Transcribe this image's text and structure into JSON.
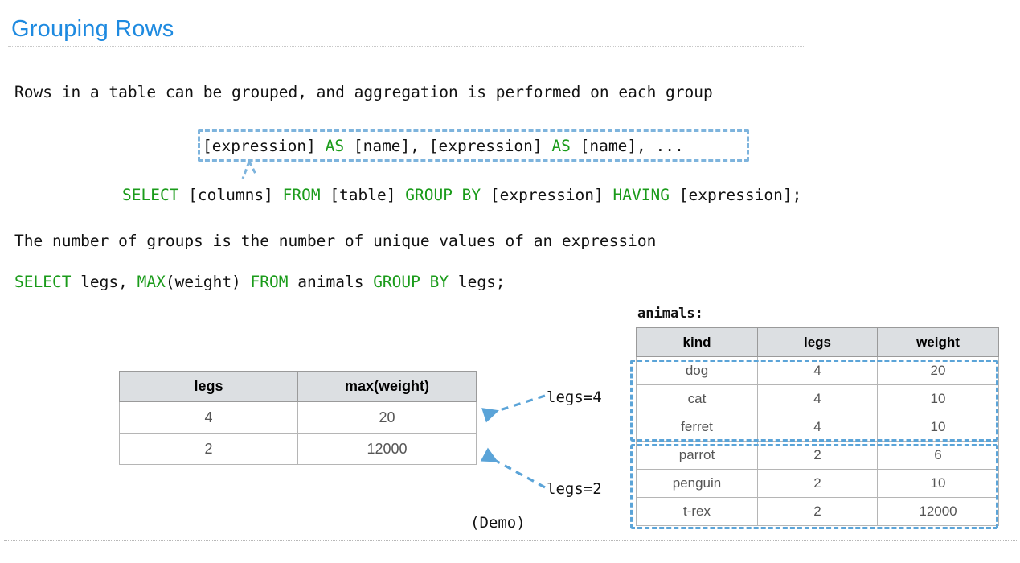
{
  "slide": {
    "title": "Grouping Rows",
    "title_color": "#1e8ae0",
    "keyword_color": "#1a9b1a",
    "accent_color": "#5ba4d8",
    "demo_label": "(Demo)"
  },
  "prose": {
    "line1": "Rows in a table can be grouped, and aggregation is performed on each group",
    "line2": "The number of groups is the number of unique values of an expression"
  },
  "callout": {
    "segments": [
      {
        "text": "[expression] ",
        "kind": "plain"
      },
      {
        "text": "AS",
        "kind": "keyword"
      },
      {
        "text": " [name], [expression] ",
        "kind": "plain"
      },
      {
        "text": "AS",
        "kind": "keyword"
      },
      {
        "text": " [name], ...",
        "kind": "plain"
      }
    ],
    "full_text": "[expression] AS [name], [expression] AS [name], ..."
  },
  "template_query": {
    "segments": [
      {
        "text": "SELECT",
        "kind": "keyword"
      },
      {
        "text": " [columns] ",
        "kind": "plain"
      },
      {
        "text": "FROM",
        "kind": "keyword"
      },
      {
        "text": " [table] ",
        "kind": "plain"
      },
      {
        "text": "GROUP BY",
        "kind": "keyword"
      },
      {
        "text": " [expression] ",
        "kind": "plain"
      },
      {
        "text": "HAVING",
        "kind": "keyword"
      },
      {
        "text": " [expression];",
        "kind": "plain"
      }
    ],
    "full_text": "SELECT [columns] FROM [table] GROUP BY [expression] HAVING [expression];"
  },
  "example_query": {
    "segments": [
      {
        "text": "SELECT",
        "kind": "keyword"
      },
      {
        "text": " legs, ",
        "kind": "plain"
      },
      {
        "text": "MAX",
        "kind": "keyword"
      },
      {
        "text": "(weight) ",
        "kind": "plain"
      },
      {
        "text": "FROM",
        "kind": "keyword"
      },
      {
        "text": " animals ",
        "kind": "plain"
      },
      {
        "text": "GROUP BY",
        "kind": "keyword"
      },
      {
        "text": " legs;",
        "kind": "plain"
      }
    ],
    "full_text": "SELECT legs, MAX(weight) FROM animals GROUP BY legs;"
  },
  "animals_table": {
    "caption": "animals:",
    "columns": [
      "kind",
      "legs",
      "weight"
    ],
    "rows": [
      [
        "dog",
        "4",
        "20"
      ],
      [
        "cat",
        "4",
        "10"
      ],
      [
        "ferret",
        "4",
        "10"
      ],
      [
        "parrot",
        "2",
        "6"
      ],
      [
        "penguin",
        "2",
        "10"
      ],
      [
        "t-rex",
        "2",
        "12000"
      ]
    ]
  },
  "result_table": {
    "columns": [
      "legs",
      "max(weight)"
    ],
    "rows": [
      [
        "4",
        "20"
      ],
      [
        "2",
        "12000"
      ]
    ]
  },
  "group_labels": {
    "legs_4": "legs=4",
    "legs_2": "legs=2"
  }
}
